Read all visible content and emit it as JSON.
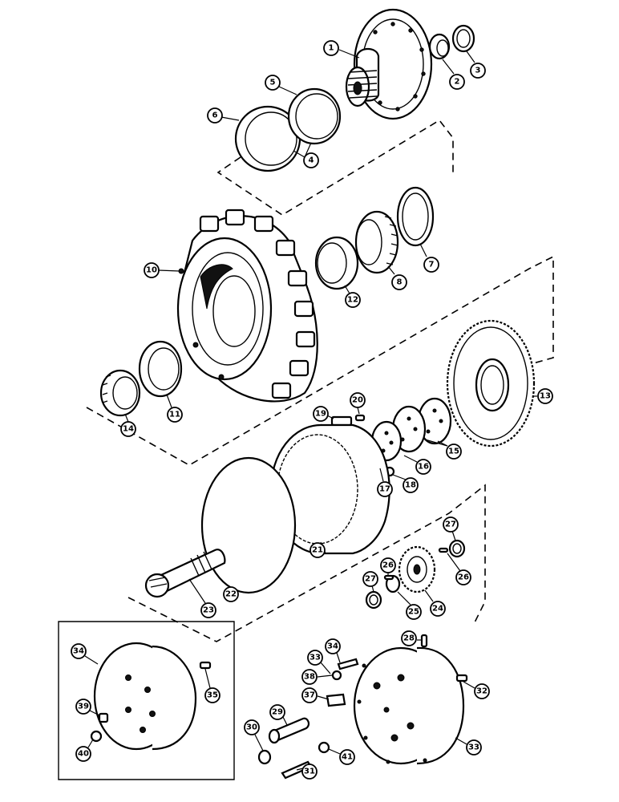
{
  "callouts": [
    "1",
    "2",
    "3",
    "4",
    "5",
    "6",
    "7",
    "8",
    "10",
    "11",
    "12",
    "13",
    "14",
    "15",
    "16",
    "17",
    "18",
    "19",
    "20",
    "21",
    "22",
    "23",
    "24",
    "25",
    "26",
    "26",
    "27",
    "27",
    "28",
    "29",
    "30",
    "31",
    "32",
    "33",
    "33",
    "34",
    "34",
    "35",
    "37",
    "38",
    "39",
    "40",
    "41"
  ]
}
